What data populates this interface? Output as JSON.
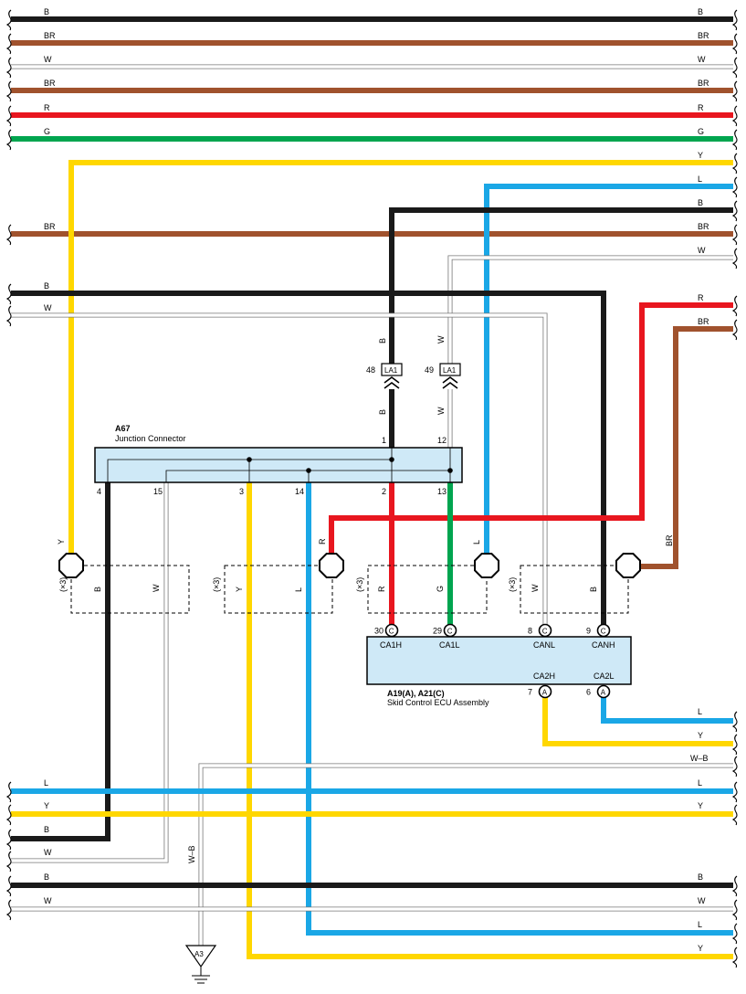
{
  "colors": {
    "B": "#1a1a1a",
    "BR": "#a0522d",
    "R": "#e8161f",
    "G": "#00a54f",
    "Y": "#ffd700",
    "L": "#1aa7e6",
    "W": "#ffffff",
    "W-B": "#ffffff",
    "component_fill": "#cfe9f7"
  },
  "left_buses": [
    "B",
    "BR",
    "W",
    "BR",
    "R",
    "G",
    "BR",
    "B",
    "W",
    "L",
    "Y",
    "B",
    "W",
    "B",
    "W"
  ],
  "right_buses": [
    "B",
    "BR",
    "W",
    "BR",
    "R",
    "G",
    "Y",
    "L",
    "B",
    "BR",
    "W",
    "R",
    "BR",
    "L",
    "Y",
    "W–B",
    "L",
    "Y",
    "B",
    "W",
    "L",
    "Y"
  ],
  "wires": {
    "a67_pin4": "B",
    "a67_pin15": "W",
    "a67_pin3": "Y",
    "a67_pin14": "L",
    "a67_pin2": "R",
    "a67_pin13": "G",
    "a67_pin1": "B",
    "a67_pin12": "W",
    "y_drop": "Y",
    "r_loop": "R",
    "l_loop": "L",
    "br_loop": "BR",
    "ground": "W–B"
  },
  "a67": {
    "code": "A67",
    "name": "Junction Connector",
    "pins_top": [
      "1",
      "12"
    ],
    "pins_bottom": [
      "4",
      "15",
      "3",
      "14",
      "2",
      "13"
    ]
  },
  "la1": {
    "name": "LA1",
    "pin_left": "48",
    "pin_right": "49"
  },
  "twisted_label": "(×3)",
  "ecu": {
    "code": "A19(A), A21(C)",
    "name": "Skid Control ECU Assembly",
    "top_terminals": [
      {
        "pin": "30",
        "connector": "C",
        "signal": "CA1H"
      },
      {
        "pin": "29",
        "connector": "C",
        "signal": "CA1L"
      },
      {
        "pin": "8",
        "connector": "C",
        "signal": "CANL"
      },
      {
        "pin": "9",
        "connector": "C",
        "signal": "CANH"
      }
    ],
    "bottom_terminals": [
      {
        "pin": "7",
        "connector": "A",
        "signal": "CA2H"
      },
      {
        "pin": "6",
        "connector": "A",
        "signal": "CA2L"
      }
    ]
  },
  "ground": {
    "code": "A3"
  }
}
